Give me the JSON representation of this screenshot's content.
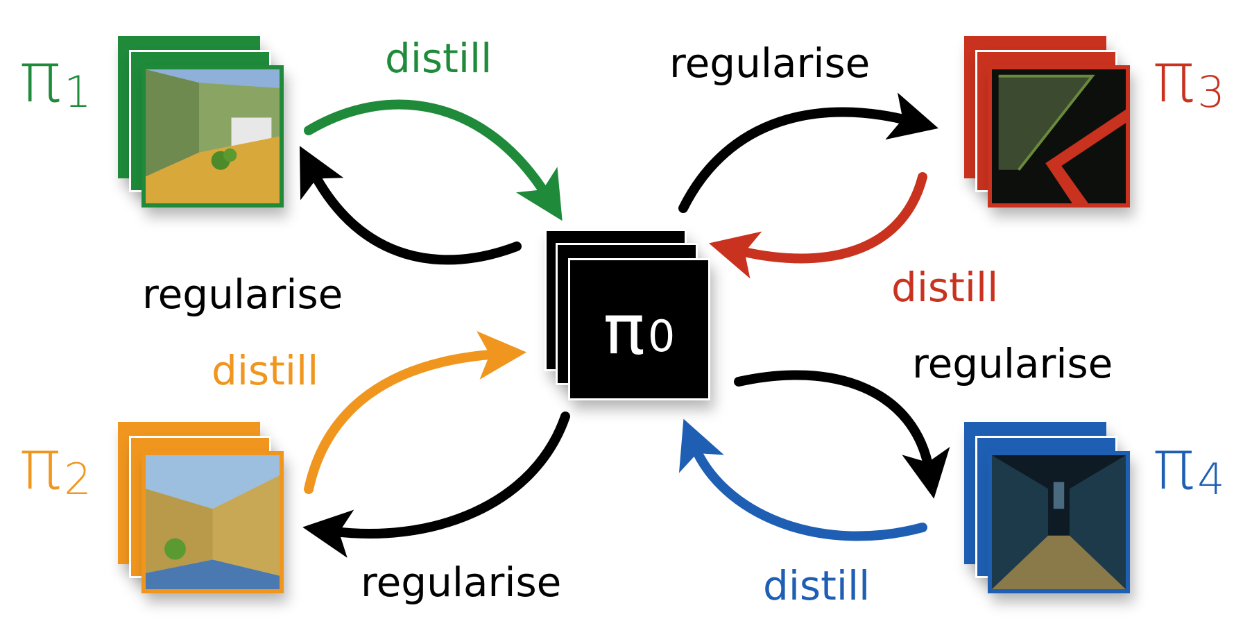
{
  "center": {
    "symbol": "π",
    "sub": "0"
  },
  "tasks": [
    {
      "id": "1",
      "symbol": "π",
      "sub": "1",
      "color": "#1e8a3a",
      "distill_label": "distill",
      "regularise_label": "regularise"
    },
    {
      "id": "2",
      "symbol": "π",
      "sub": "2",
      "color": "#f0961e",
      "distill_label": "distill",
      "regularise_label": "regularise"
    },
    {
      "id": "3",
      "symbol": "π",
      "sub": "3",
      "color": "#c8321e",
      "distill_label": "distill",
      "regularise_label": "regularise"
    },
    {
      "id": "4",
      "symbol": "π",
      "sub": "4",
      "color": "#1e5fb4",
      "distill_label": "distill",
      "regularise_label": "regularise"
    }
  ],
  "regularise_color": "#000000"
}
